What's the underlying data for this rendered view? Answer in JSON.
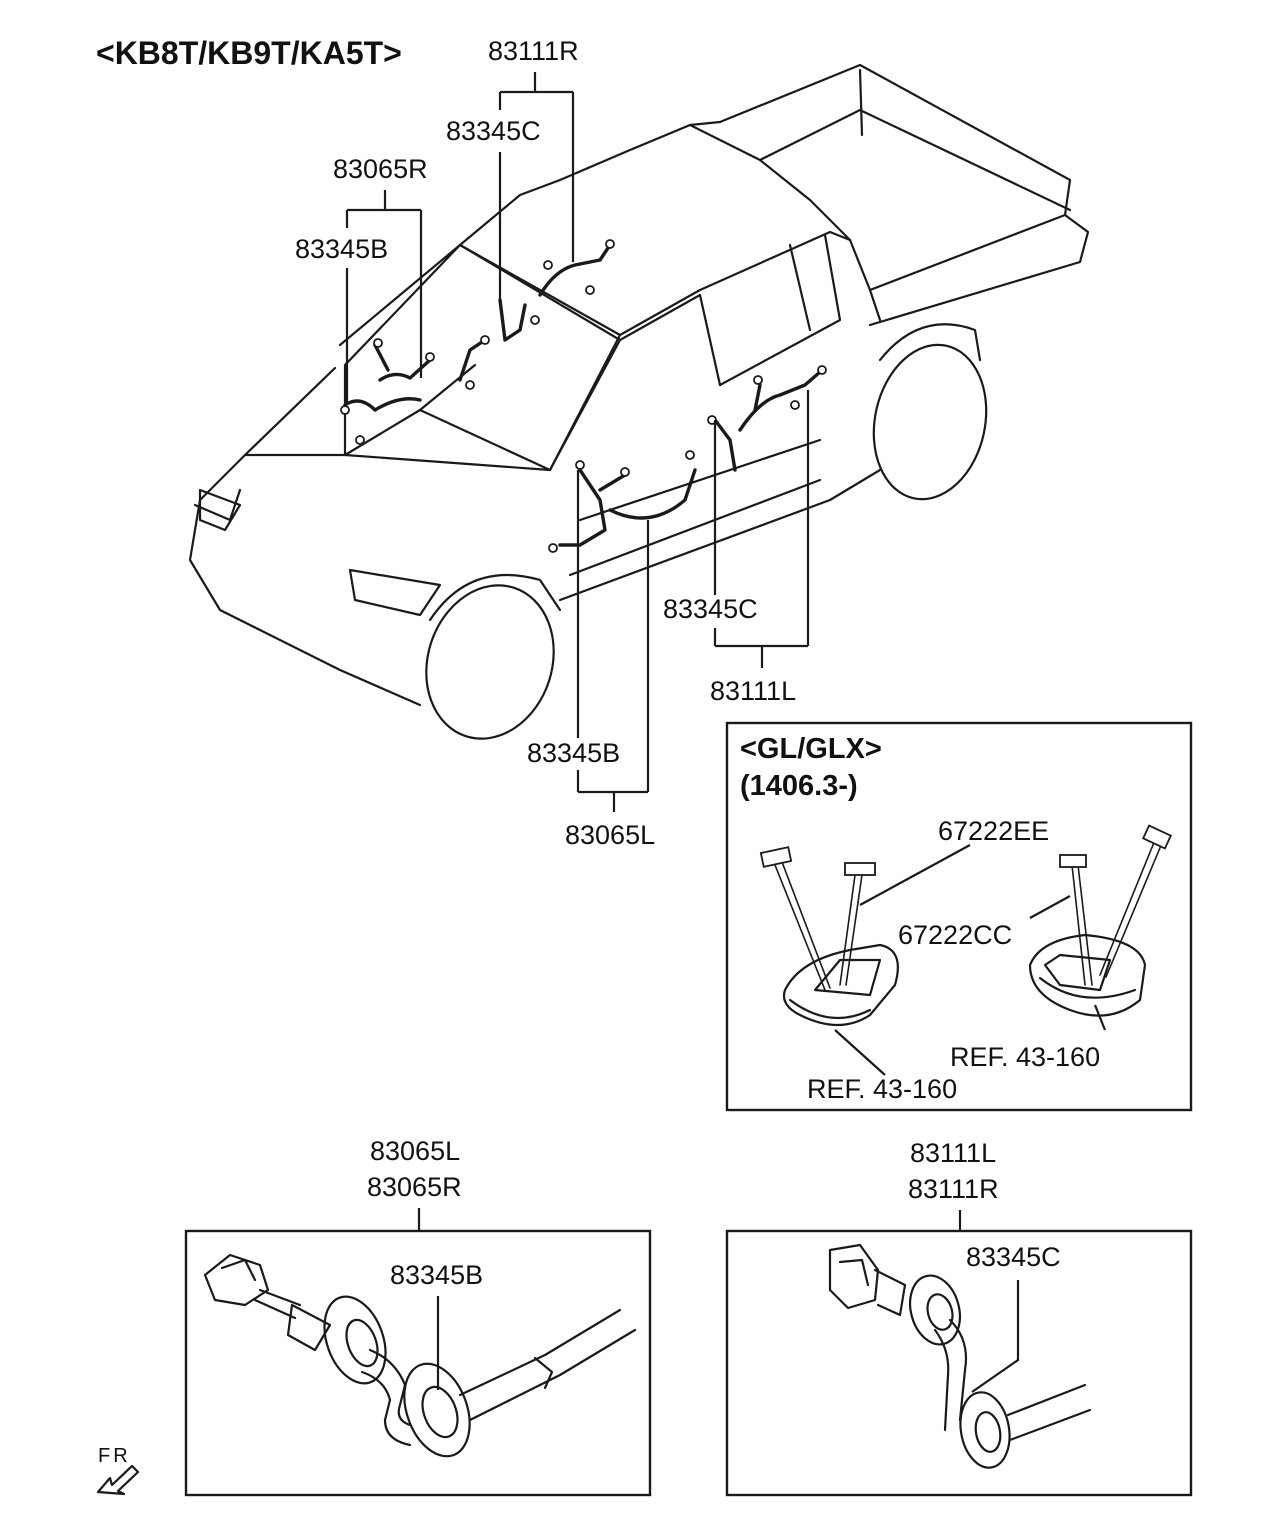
{
  "title": "<KB8T/KB9T/KA5T>",
  "main_labels": {
    "top_r_group": "83111R",
    "top_r_sub": "83345C",
    "front_r_group": "83065R",
    "front_r_sub": "83345B",
    "rear_l_sub": "83345C",
    "rear_l_group": "83111L",
    "front_l_sub": "83345B",
    "front_l_group": "83065L"
  },
  "inset_gl": {
    "heading_line1": "<GL/GLX>",
    "heading_line2": "(1406.3-)",
    "part_ee": "67222EE",
    "part_cc": "67222CC",
    "ref_right": "REF. 43-160",
    "ref_left": "REF. 43-160"
  },
  "detail_front": {
    "label_l": "83065L",
    "label_r": "83065R",
    "grommet": "83345B"
  },
  "detail_rear": {
    "label_l": "83111L",
    "label_r": "83111R",
    "grommet": "83345C"
  },
  "direction_marker": "FR"
}
